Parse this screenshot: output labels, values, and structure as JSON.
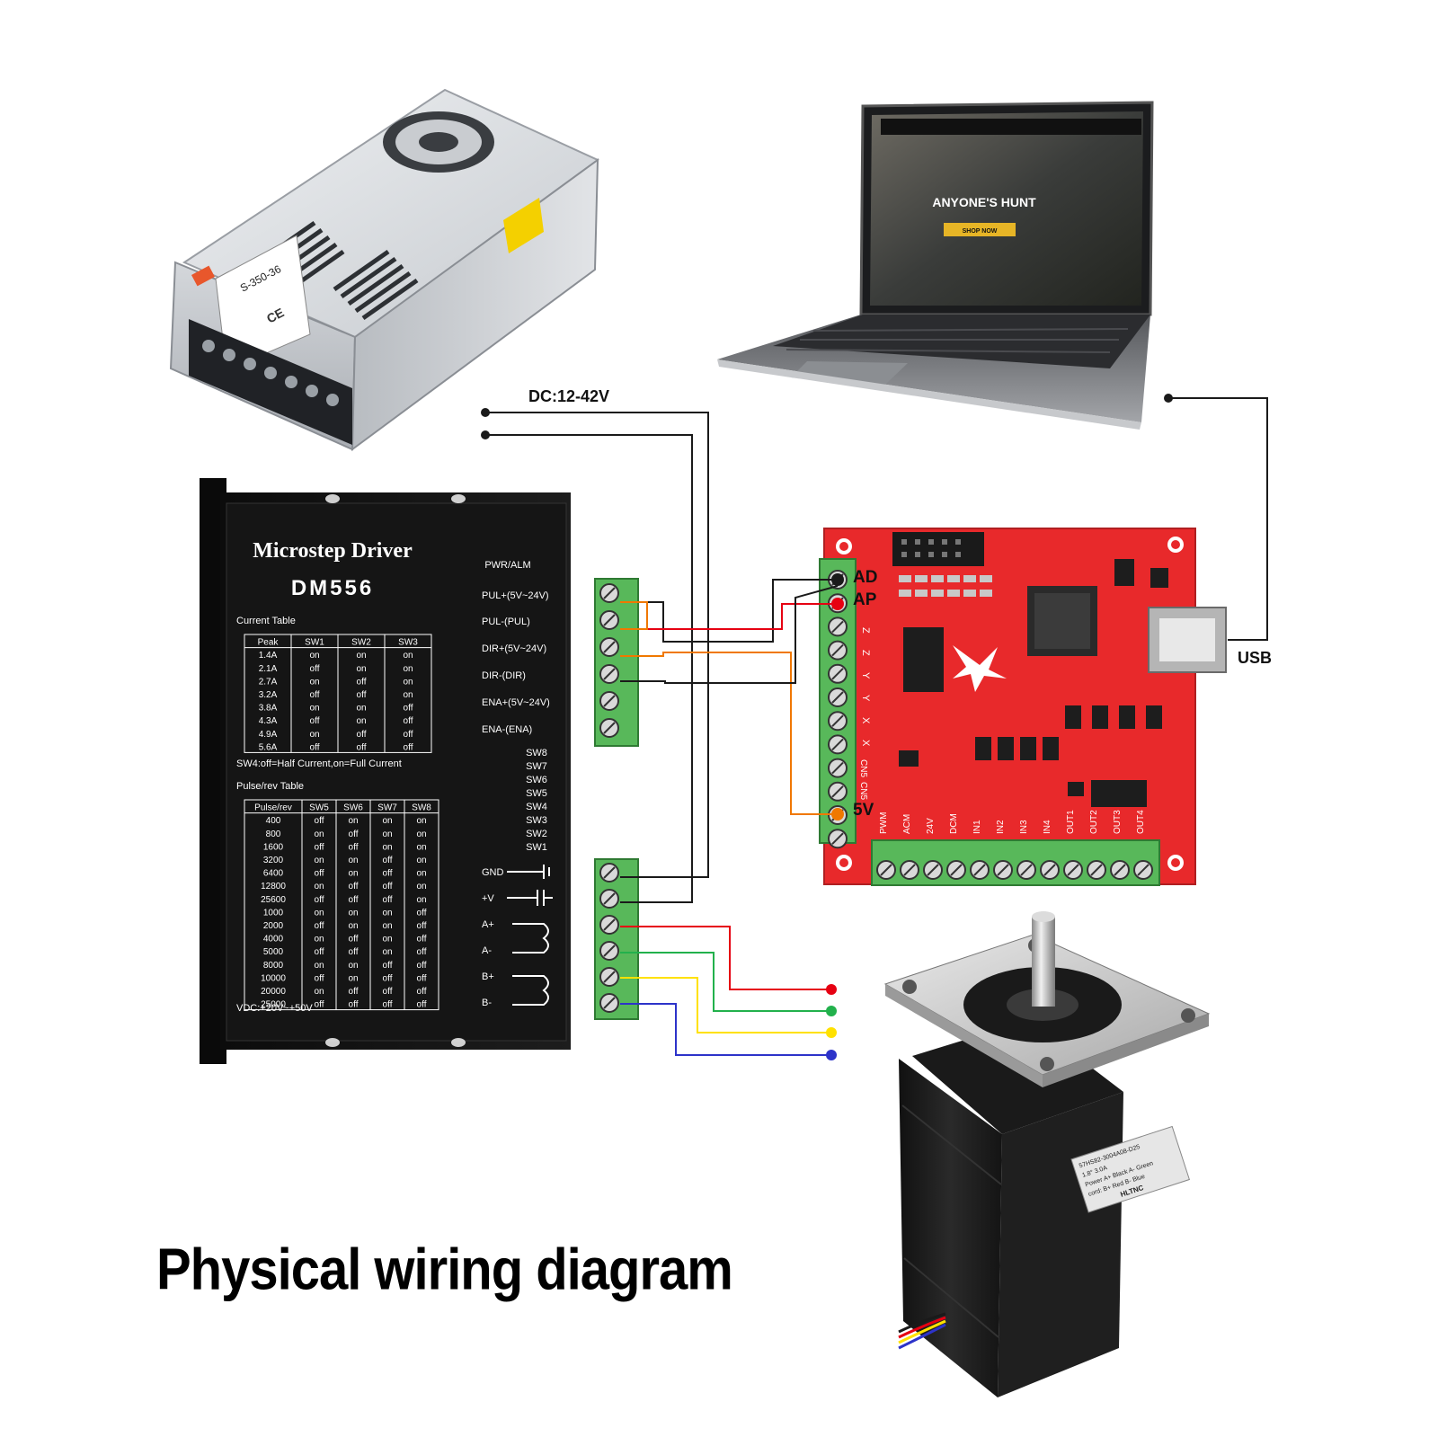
{
  "title": "Physical wiring diagram",
  "power_supply": {
    "label": "DC:12-42V",
    "brand_mark": "CE",
    "model_text": "S-350-36"
  },
  "driver": {
    "title": "Microstep Driver",
    "model": "DM556",
    "pwr_alm": "PWR/ALM",
    "signal_terminals": [
      "PUL+(5V~24V)",
      "PUL-(PUL)",
      "DIR+(5V~24V)",
      "DIR-(DIR)",
      "ENA+(5V~24V)",
      "ENA-(ENA)"
    ],
    "switch_labels": [
      "SW8",
      "SW7",
      "SW6",
      "SW5",
      "SW4",
      "SW3",
      "SW2",
      "SW1"
    ],
    "power_terminals": [
      "GND",
      "+V",
      "A+",
      "A-",
      "B+",
      "B-"
    ],
    "current_table": {
      "title": "Current  Table",
      "headers": [
        "Peak",
        "SW1",
        "SW2",
        "SW3"
      ],
      "rows": [
        [
          "1.4A",
          "on",
          "on",
          "on"
        ],
        [
          "2.1A",
          "off",
          "on",
          "on"
        ],
        [
          "2.7A",
          "on",
          "off",
          "on"
        ],
        [
          "3.2A",
          "off",
          "off",
          "on"
        ],
        [
          "3.8A",
          "on",
          "on",
          "off"
        ],
        [
          "4.3A",
          "off",
          "on",
          "off"
        ],
        [
          "4.9A",
          "on",
          "off",
          "off"
        ],
        [
          "5.6A",
          "off",
          "off",
          "off"
        ]
      ]
    },
    "sw4_note": "SW4:off=Half Current,on=Full Current",
    "pulse_table": {
      "title": "Pulse/rev Table",
      "headers": [
        "Pulse/rev",
        "SW5",
        "SW6",
        "SW7",
        "SW8"
      ],
      "rows": [
        [
          "400",
          "off",
          "on",
          "on",
          "on"
        ],
        [
          "800",
          "on",
          "off",
          "on",
          "on"
        ],
        [
          "1600",
          "off",
          "off",
          "on",
          "on"
        ],
        [
          "3200",
          "on",
          "on",
          "off",
          "on"
        ],
        [
          "6400",
          "off",
          "on",
          "off",
          "on"
        ],
        [
          "12800",
          "on",
          "off",
          "off",
          "on"
        ],
        [
          "25600",
          "off",
          "off",
          "off",
          "on"
        ],
        [
          "1000",
          "on",
          "on",
          "on",
          "off"
        ],
        [
          "2000",
          "off",
          "on",
          "on",
          "off"
        ],
        [
          "4000",
          "on",
          "off",
          "on",
          "off"
        ],
        [
          "5000",
          "off",
          "off",
          "on",
          "off"
        ],
        [
          "8000",
          "on",
          "on",
          "off",
          "off"
        ],
        [
          "10000",
          "off",
          "on",
          "off",
          "off"
        ],
        [
          "20000",
          "on",
          "off",
          "off",
          "off"
        ],
        [
          "25000",
          "off",
          "off",
          "off",
          "off"
        ]
      ]
    },
    "vdc_note": "VDC:+20V~+50V"
  },
  "controller": {
    "pins_top": [
      "AD",
      "AP"
    ],
    "pin_5v": "5V",
    "side_pins": [
      "Z",
      "Z",
      "Y",
      "Y",
      "X",
      "X",
      "CN5",
      "CN5"
    ],
    "bottom_pins": [
      "PWM",
      "ACM",
      "24V",
      "DCM",
      "IN1",
      "IN2",
      "IN3",
      "IN4",
      "OUT1",
      "OUT2",
      "OUT3",
      "OUT4"
    ],
    "usb_label": "USB"
  },
  "laptop": {
    "hero_text": "ANYONE'S HUNT",
    "button_text": "SHOP NOW"
  },
  "motor": {
    "label_lines": [
      "57HS82-3004A08-D25",
      "1.8°  3.0A",
      "Power A+ Black   A- Green",
      "cord:  B+ Red     B- Blue",
      "HLTNC"
    ]
  },
  "colors": {
    "red_wire": "#e60012",
    "green_wire": "#22b14c",
    "yellow_wire": "#ffe100",
    "blue_wire": "#2d33c9",
    "orange_wire": "#f07800",
    "black_wire": "#1a1a1a",
    "board_red": "#e8292b",
    "terminal_green": "#58b85a"
  }
}
